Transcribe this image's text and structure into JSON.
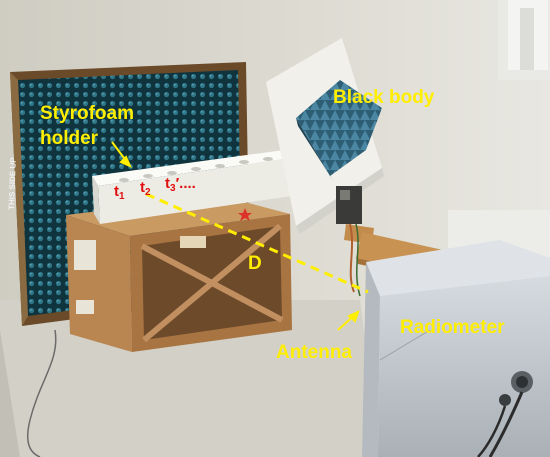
{
  "labels": {
    "styrofoam_line1": "Styrofoam",
    "styrofoam_line2": "holder",
    "black_body": "Black body",
    "distance": "D",
    "radiometer": "Radiometer",
    "antenna": "Antenna"
  },
  "positions": {
    "t1": {
      "base": "t",
      "sub": "1"
    },
    "t2": {
      "base": "t",
      "sub": "2"
    },
    "t3": {
      "base": "t",
      "sub": "3"
    },
    "ellipsis": "′...."
  },
  "colors": {
    "label": "#ffee00",
    "position_label": "#e01010",
    "dashed_line": "#ffee00",
    "absorber": "#1a4e5c",
    "cardboard": "#b07a48",
    "radiometer_body": "#c8cdd2",
    "styrofoam": "#f2f2ee",
    "wall": "#d8d6cc",
    "table": "#d2d0c6"
  }
}
